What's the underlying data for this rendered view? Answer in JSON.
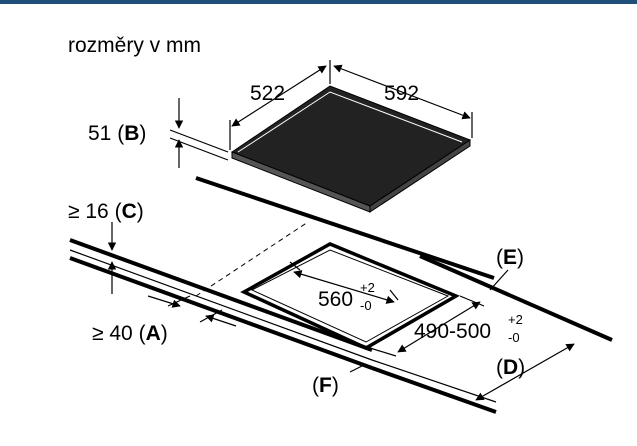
{
  "header": {
    "bar_color": "#1f4e79"
  },
  "title": "rozměry v mm",
  "hob": {
    "width": "522",
    "depth": "592",
    "height_value": "51",
    "height_letter": "B"
  },
  "cutout": {
    "width_value": "560",
    "width_tol_plus": "+2",
    "width_tol_minus": "-0",
    "depth_value": "490-500",
    "depth_tol_plus": "+2",
    "depth_tol_minus": "-0"
  },
  "labels": {
    "c_value": "≥ 16",
    "c_letter": "C",
    "a_value": "≥ 40",
    "a_letter": "A",
    "e_letter": "E",
    "d_letter": "D",
    "f_letter": "F",
    "paren_open": "(",
    "paren_close": ")"
  }
}
